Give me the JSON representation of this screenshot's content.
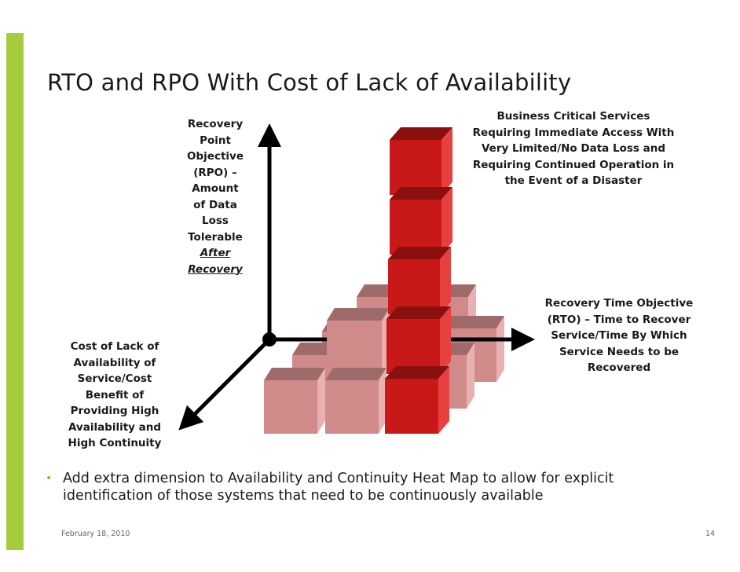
{
  "slide": {
    "title": "RTO and RPO With Cost of Lack of Availability",
    "labels": {
      "rpo_lines": [
        "Recovery",
        "Point",
        "Objective",
        "(RPO) –",
        "Amount",
        "of Data",
        "Loss",
        "Tolerable"
      ],
      "rpo_after": "After",
      "rpo_recovery": "Recovery",
      "critical_lines": [
        "Business Critical Services",
        "Requiring Immediate Access With",
        "Very Limited/No Data Loss and",
        "Requiring Continued Operation in",
        "the Event of a Disaster"
      ],
      "rto_lines": [
        "Recovery Time Objective",
        "(RTO) – Time to Recover",
        "Service/Time By Which",
        "Service Needs to be",
        "Recovered"
      ],
      "cost_lines": [
        "Cost of Lack of",
        "Availability of",
        "Service/Cost",
        "Benefit of",
        "Providing High",
        "Availability and",
        "High Continuity"
      ]
    },
    "bullet": "Add extra dimension to Availability and Continuity Heat Map to allow for explicit identification of those systems that need to be continuously available",
    "footer": {
      "date": "February 18, 2010",
      "page": "14"
    }
  },
  "colors": {
    "accent": "#a4cc3c",
    "cube_pink_front": "#d08a8a",
    "cube_pink_top": "#9e6a6a",
    "cube_pink_side": "#e8b0b0",
    "cube_red_front": "#c81818",
    "cube_red_top": "#8a1010",
    "cube_red_side": "#e84040"
  }
}
